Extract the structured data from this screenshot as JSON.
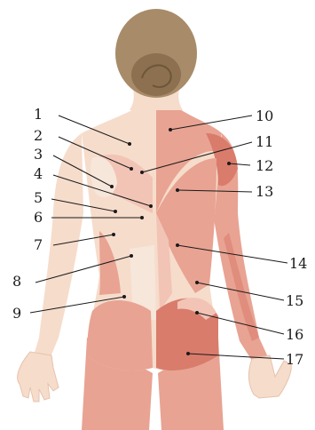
{
  "labels": {
    "n1": "1",
    "n2": "2",
    "n3": "3",
    "n4": "4",
    "n5": "5",
    "n6": "6",
    "n7": "7",
    "n8": "8",
    "n9": "9",
    "n10": "10",
    "n11": "11",
    "n12": "12",
    "n13": "13",
    "n14": "14",
    "n15": "15",
    "n16": "16",
    "n17": "17"
  },
  "colors": {
    "background": "#ffffff",
    "skin": "#f6dccb",
    "skin_shadow": "#ecc3ad",
    "muscle": "#e8a393",
    "muscle_dark": "#d97c6c",
    "muscle_light": "#f2c4b6",
    "tendon": "#f7e6da",
    "hair": "#a88b68",
    "hair_dark": "#8c7050",
    "leader_line": "#1a1a1a"
  }
}
